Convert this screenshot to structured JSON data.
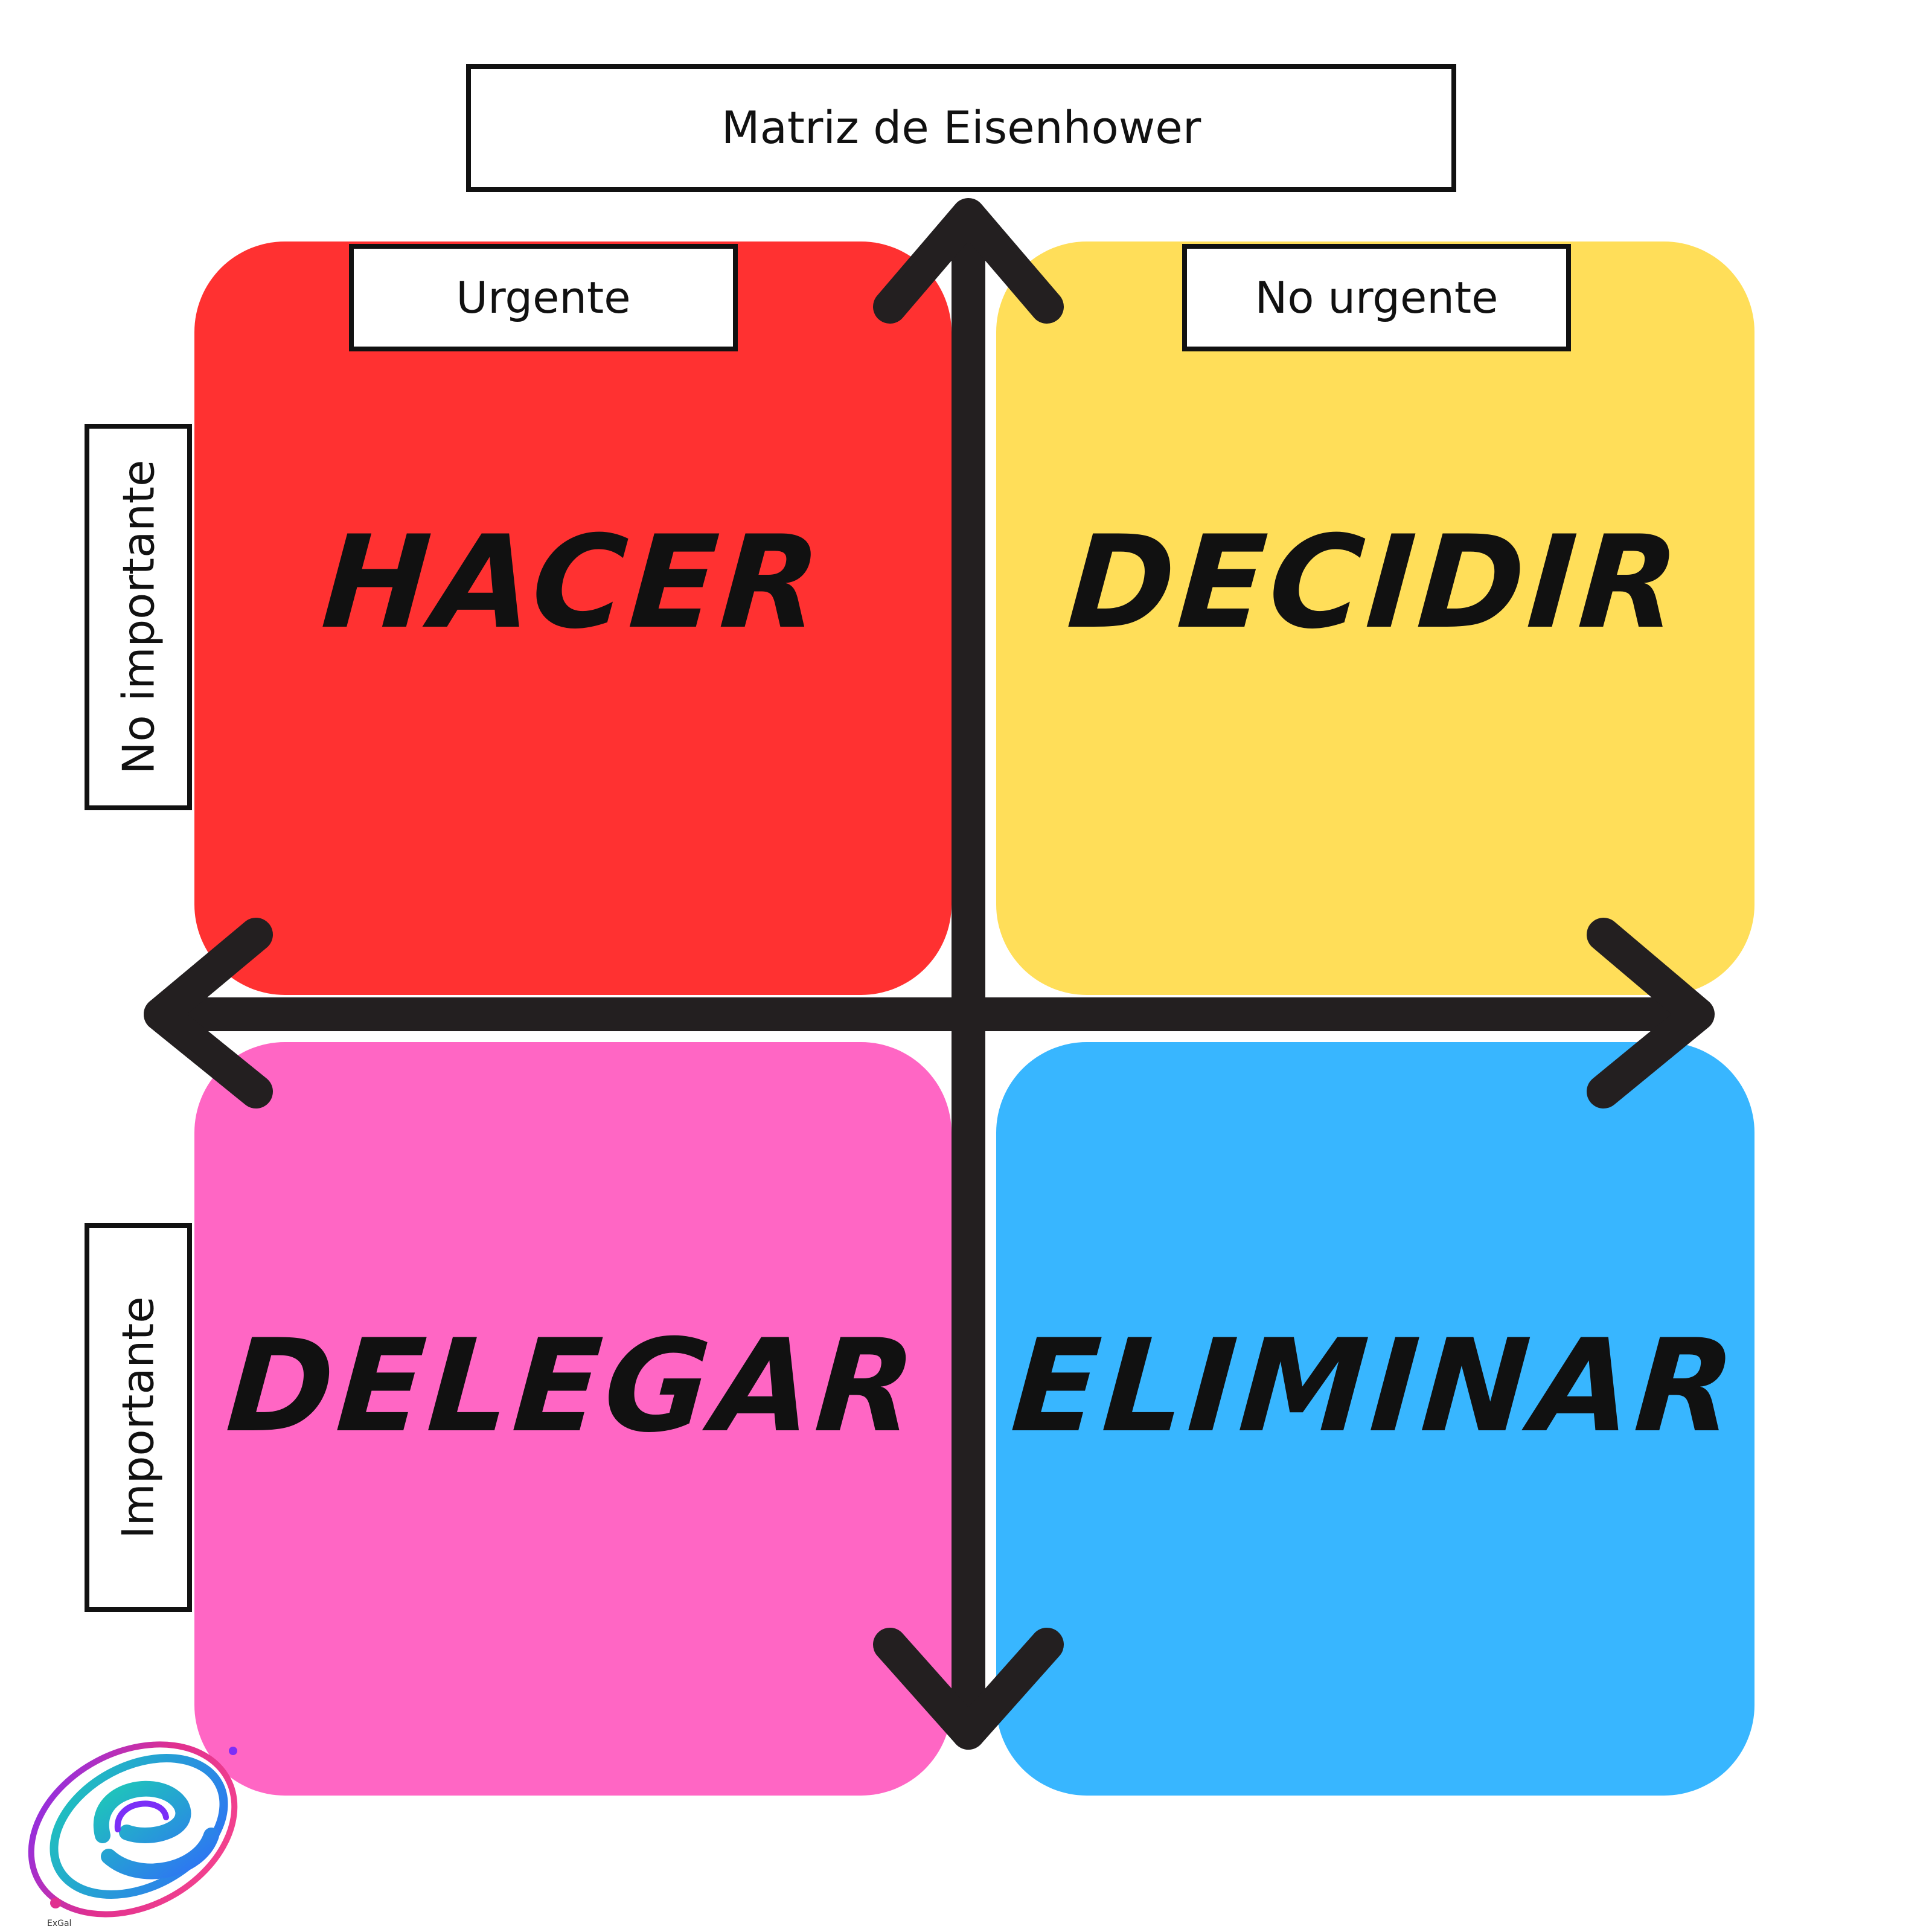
{
  "title": "Matriz de Eisenhower",
  "columns": {
    "urgent": "Urgente",
    "not_urgent": "No urgente"
  },
  "rows": {
    "not_important": "No importante",
    "important": "Importante"
  },
  "quadrants": {
    "do": {
      "label": "HACER",
      "color": "#FF3131"
    },
    "decide": {
      "label": "DECIDIR",
      "color": "#FFDE59"
    },
    "delegate": {
      "label": "DELEGAR",
      "color": "#FF66C4"
    },
    "delete": {
      "label": "ELIMINAR",
      "color": "#38B6FF"
    }
  },
  "axis_color": "#231F20",
  "logo": {
    "icon": "exgal-logo-icon",
    "text": "ExGal"
  }
}
